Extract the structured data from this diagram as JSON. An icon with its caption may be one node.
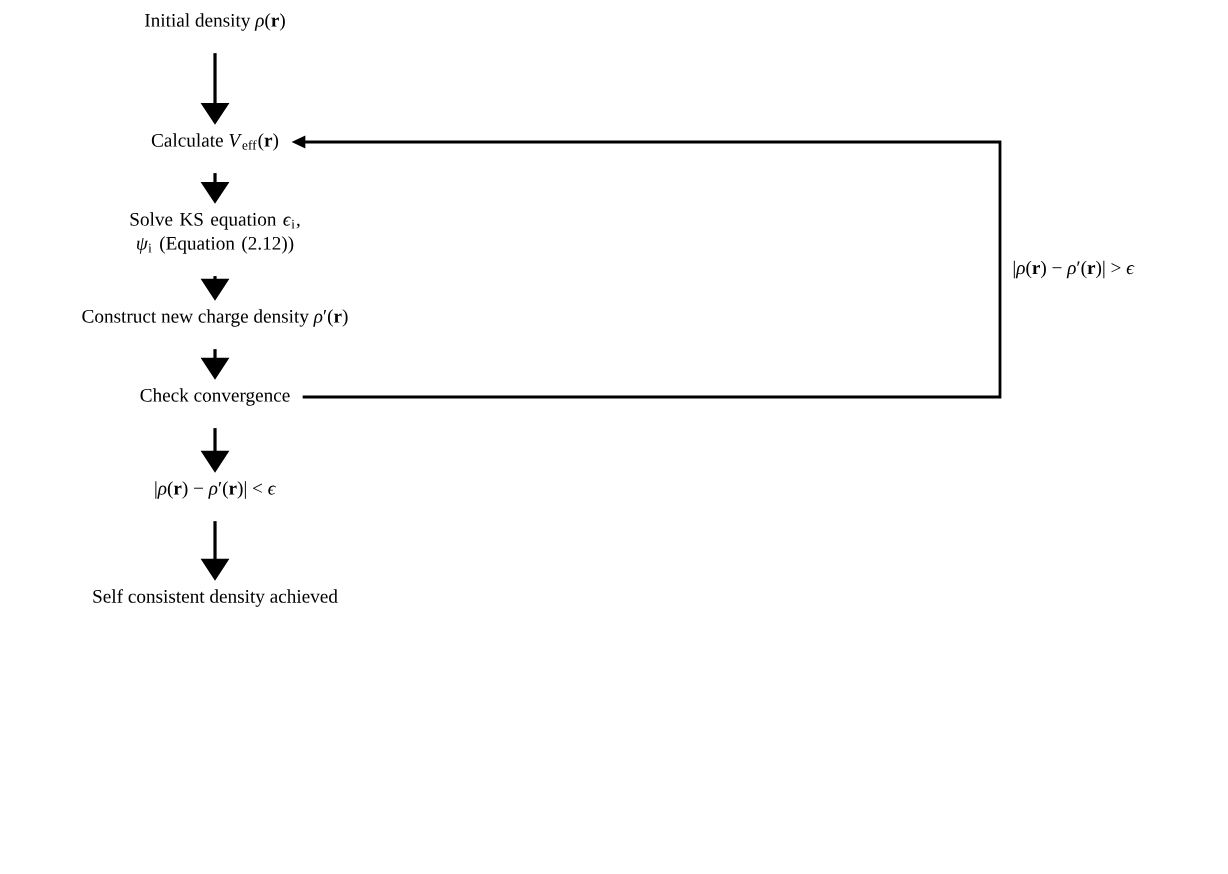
{
  "diagram": {
    "nodes": [
      {
        "text": [
          "Initial density *ρ*(**r**)"
        ]
      },
      {
        "text": [
          "Calculate *V*$_{eff}$(**r**)"
        ]
      },
      {
        "text": [
          "Solve KS equation *ϵ*$_{i}$, *ψ*$_{i}$ (Equation (2.12))"
        ]
      },
      {
        "text": [
          "Construct new charge density *ρ*′(**r**)"
        ]
      },
      {
        "text": [
          "Check convergence"
        ]
      },
      {
        "text": [
          "|*ρ*(**r**) − *ρ*′(**r**)| < *ϵ*"
        ]
      },
      {
        "text": [
          "Self consistent density achieved"
        ]
      }
    ],
    "edges": [
      {
        "from": 0,
        "to": 1,
        "arrow": "to"
      },
      {
        "from": 1,
        "to": 2,
        "arrow": "to"
      },
      {
        "from": 2,
        "to": 3,
        "arrow": "to"
      },
      {
        "from": 3,
        "to": 4,
        "arrow": "to"
      },
      {
        "from": 4,
        "to": 5,
        "arrow": "to"
      },
      {
        "from": 5,
        "to": 6,
        "arrow": "to"
      },
      {
        "from": 4,
        "to": 1,
        "arrow": "to",
        "label": "|*ρ*(**r**) − *ρ*′(**r**)| > *ϵ*"
      }
    ]
  }
}
